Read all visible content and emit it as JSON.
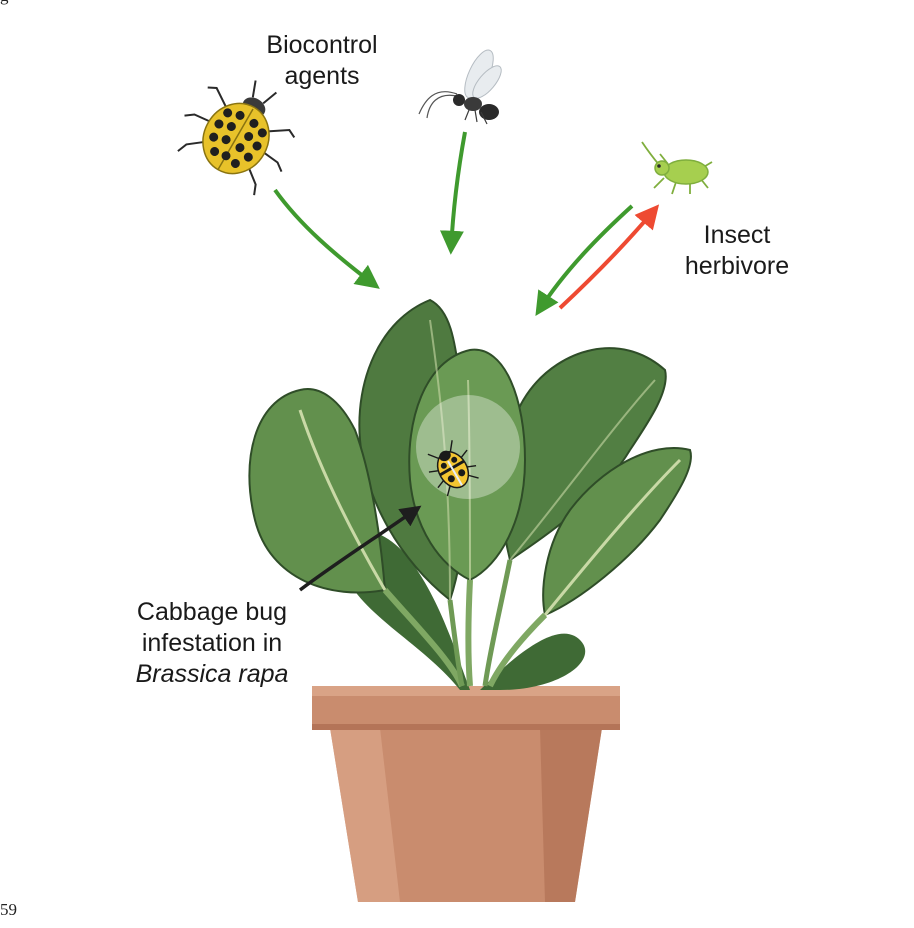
{
  "top_fragment": "g",
  "labels": {
    "biocontrol_line1": "Biocontrol",
    "biocontrol_line2": "agents",
    "herbivore_line1": "Insect",
    "herbivore_line2": "herbivore",
    "cabbage_line1": "Cabbage bug",
    "cabbage_line2": "infestation in",
    "cabbage_line3": "Brassica rapa"
  },
  "page_number": "59",
  "colors": {
    "arrow_green": "#3f9a2e",
    "arrow_red": "#ee4a32",
    "arrow_black": "#1e1e1e",
    "leaf": "#5e8a4a",
    "leaf_dark": "#3f6a35",
    "pot": "#c98c6e"
  },
  "icons": [
    "ladybird-beetle-icon",
    "parasitoid-wasp-icon",
    "aphid-icon",
    "cabbage-bug-icon",
    "plant-icon",
    "flower-pot-icon"
  ]
}
